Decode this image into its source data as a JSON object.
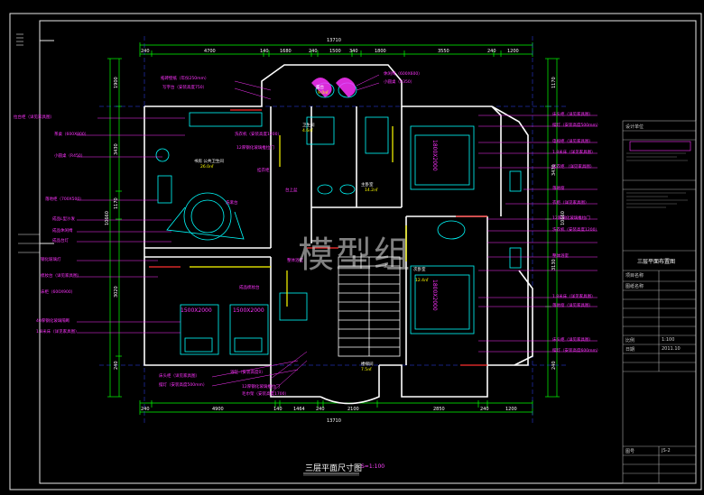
{
  "colors": {
    "background": "#000000",
    "walls": "#ffffff",
    "dims": "#00ff00",
    "labels": "#ff33ff",
    "furniture": "#00ffff",
    "yellow": "#ffff00",
    "red": "#ff3030",
    "grid": "#3344ff"
  },
  "drawing": {
    "title": "三层平面尺寸图",
    "scale": "S=1:100",
    "watermark": "模型组",
    "overall_top": "13710",
    "overall_bottom": "13710",
    "top_dims": [
      "240",
      "4700",
      "140",
      "1680",
      "240",
      "1500",
      "340",
      "1800",
      "3550",
      "240",
      "1200"
    ],
    "bottom_dims": [
      "240",
      "4900",
      "140",
      "1464",
      "240",
      "2100",
      "2850",
      "240",
      "1200"
    ],
    "left_dims": [
      "1900",
      "3430",
      "1170",
      "3020",
      "240"
    ],
    "right_dims": [
      "1170",
      "3470",
      "3130",
      "240"
    ],
    "left_total": "10660",
    "right_total": "10660",
    "left_labels": [
      "拉台柜（详见家具图）",
      "茶桌（600X800）",
      "小圆桌（R450）",
      "落地柜（700X500）",
      "成品L型沙发",
      "成品休闲椅",
      "成品台灯",
      "钢化玻璃灯",
      "梳妆台（详见家具图）",
      "床柜（600X900）",
      "40厚钢化玻璃隔断",
      "1.8米床（详见家具图）"
    ],
    "right_labels": [
      "床头柜（详见家具图）",
      "摆灯（安装高度500mm）",
      "电视柜（详见家具图）",
      "1.8米床（详见家具图）",
      "挂衣柜 （详见家具图）",
      "落地窗",
      "衣柜（详见家具图）",
      "12厚钢化玻璃推拉门",
      "洗衣机（安装高度1200）",
      "整体浴室",
      "1.8米床（详见家具图）",
      "落地窗（详见家具图）",
      "床头柜（详见家具图）",
      "摆灯（安装高度600mm）"
    ],
    "top_labels": [
      "拓砖壁纸（年份250mm）",
      "写字台（安装高度750）",
      "休闲椅（600X600）",
      "小圆桌（R350）"
    ],
    "center_labels": [
      "洗衣机（安装高度1200）",
      "12厚钢化玻璃推拉门",
      "挂衣柜",
      "洗漱台",
      "台上盆",
      "成品梳妆台",
      "整体浴室",
      "上"
    ],
    "bottom_labels": [
      "床头柜（详见家具图）",
      "摆灯（安装高度500mm）",
      "浴缸（安装高度0）",
      "12厚钢化玻璃推拉门",
      "毛巾架（安装高度1700）",
      "楼梯间"
    ],
    "rooms": [
      {
        "name": "书房 公共卫生间",
        "area": "26.0㎡"
      },
      {
        "name": "主卧室",
        "area": "14.2㎡"
      },
      {
        "name": "次卧室",
        "area": "12.4㎡"
      },
      {
        "name": "露台",
        "area": "9.0㎡"
      },
      {
        "name": "楼梯间",
        "area": "7.5㎡"
      },
      {
        "name": "卫生间",
        "area": "4.6㎡"
      }
    ],
    "bed_text": "1800X2000",
    "bed_text2": "1500X2000"
  },
  "title_block": {
    "sheet_name": "三层平面布置图",
    "rows": [
      "设计单位",
      "项目名称",
      "图纸名称",
      "比例",
      "1:100",
      "日期",
      "2011.10",
      "图号",
      "JS-2"
    ]
  }
}
